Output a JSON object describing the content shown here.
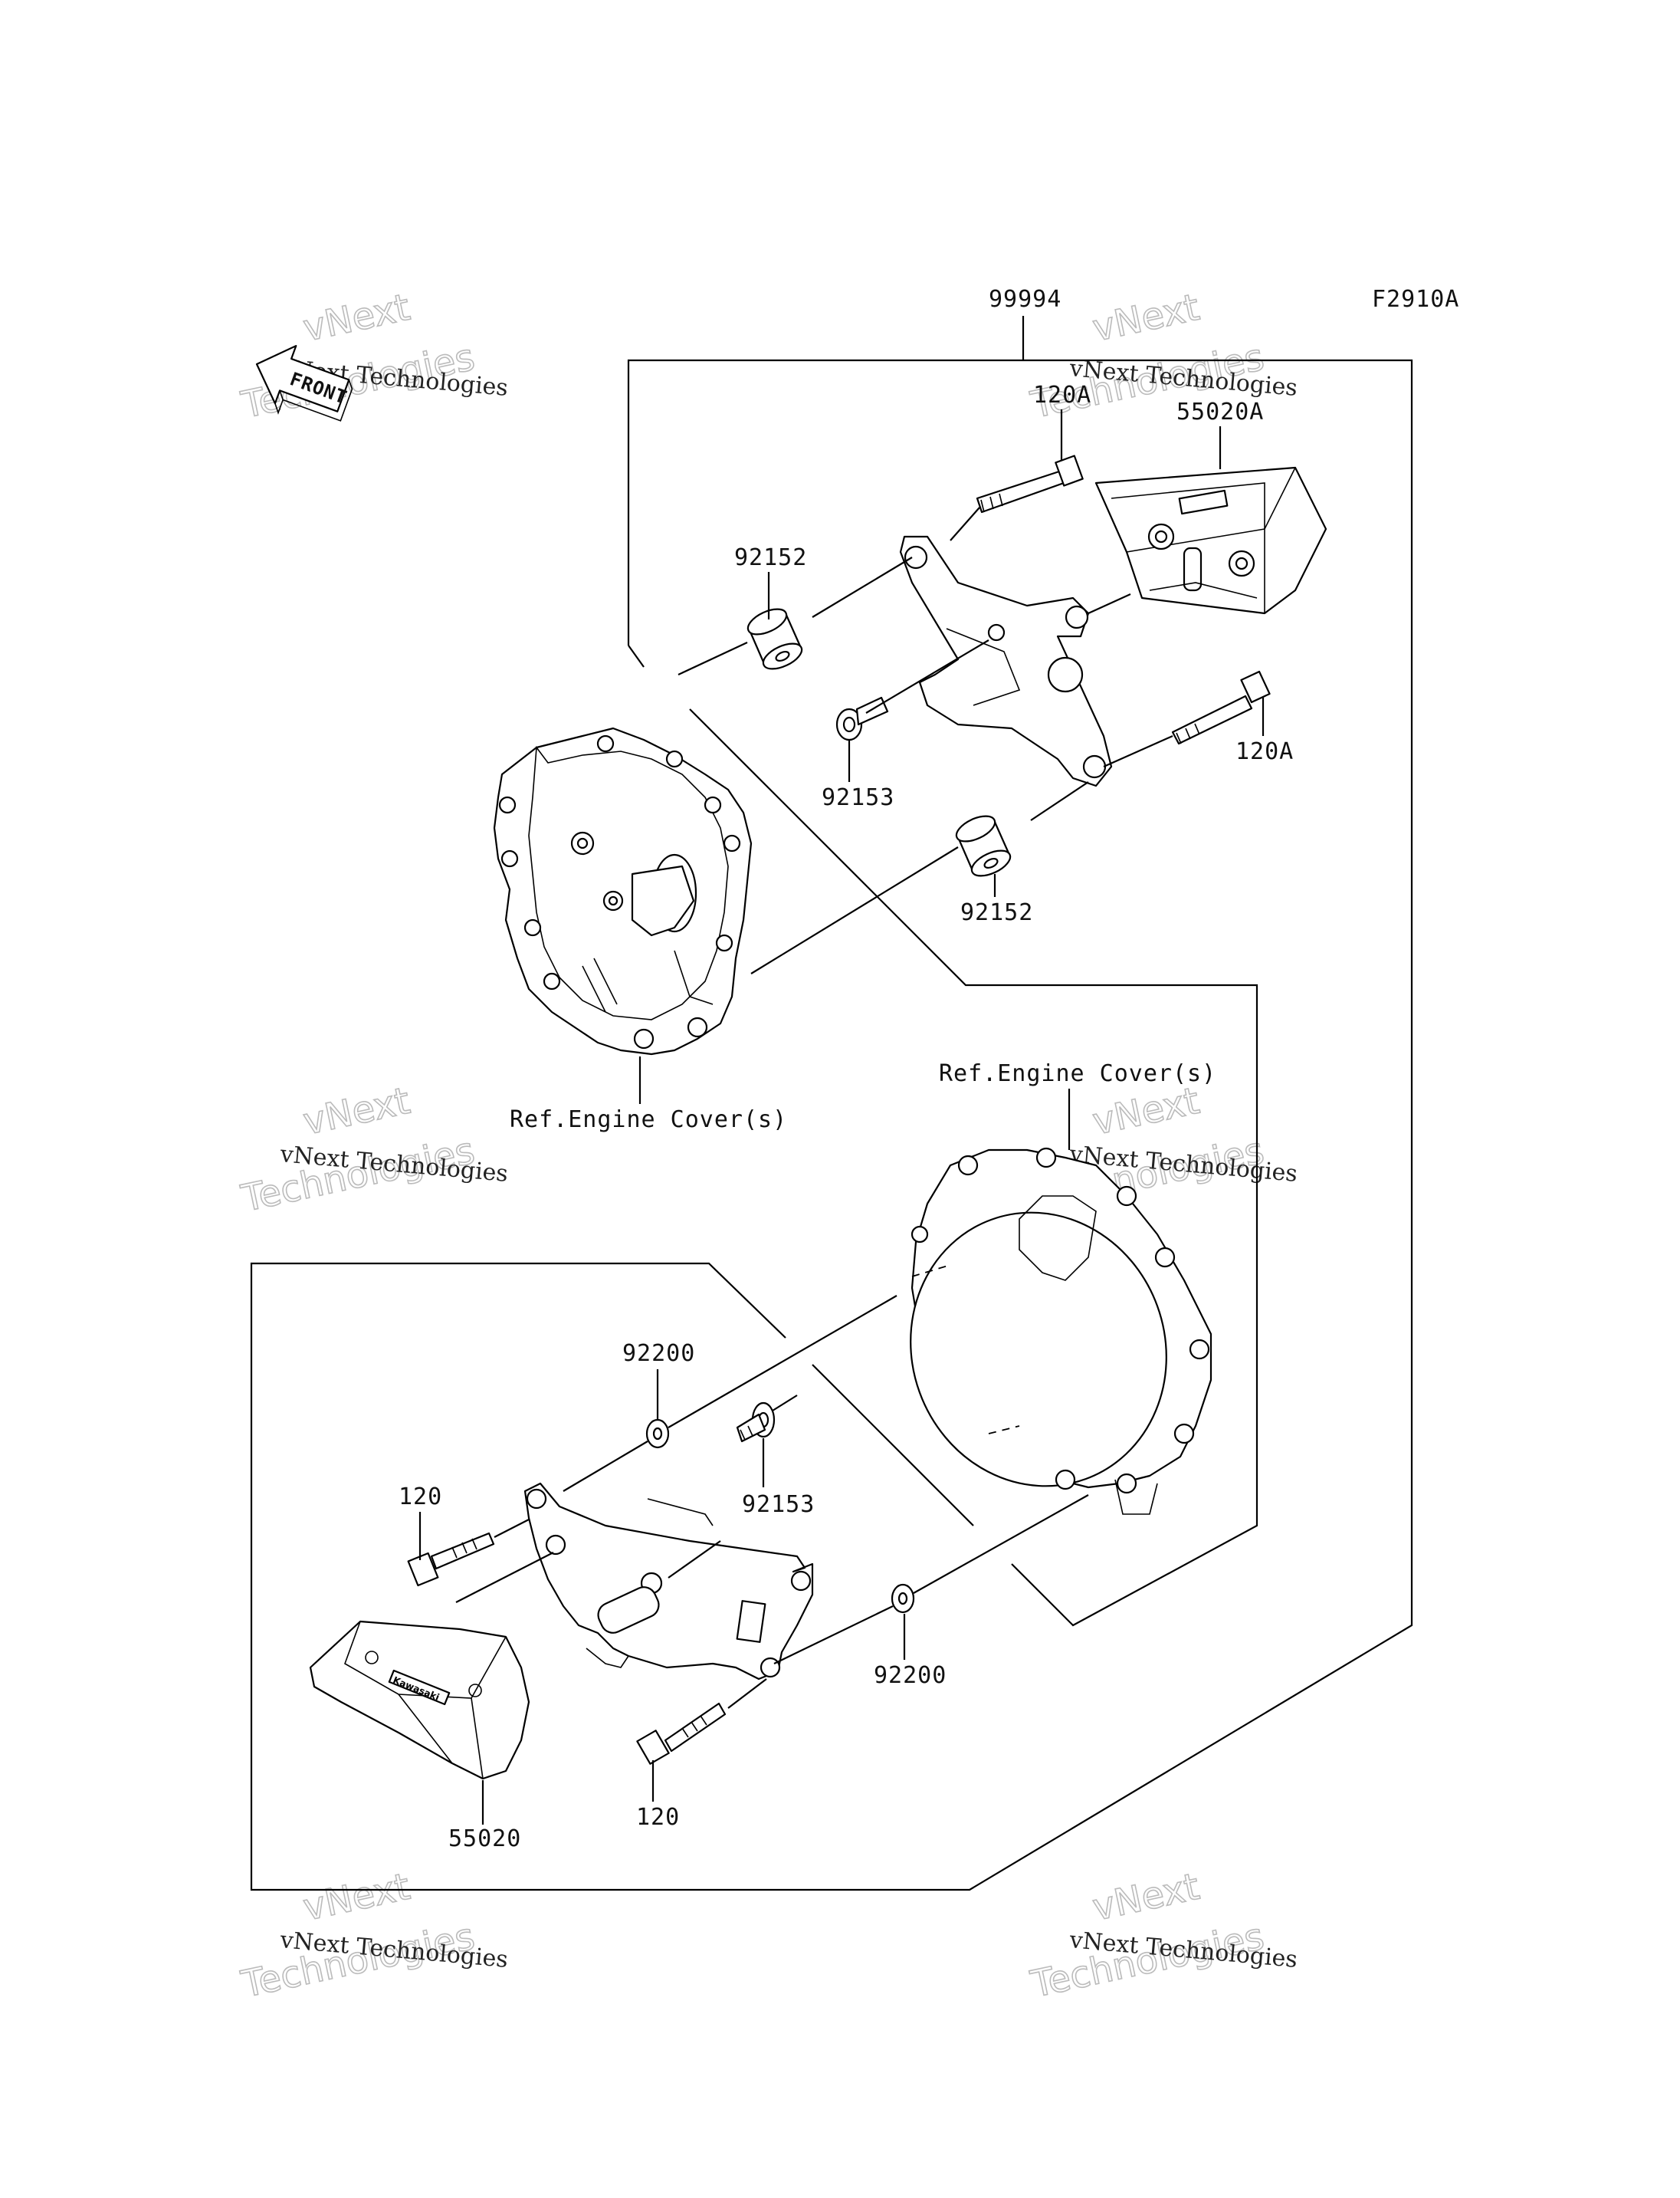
{
  "figure_code": "F2910A",
  "front_label": "FRONT",
  "parts": {
    "kit_number": "99994",
    "bolt_upper_a": "120A",
    "slider_upper": "55020A",
    "collar_upper": "92152",
    "bolt_small_upper": "92153",
    "bolt_lower_a": "120A",
    "collar_lower": "92152",
    "ref_cover_left": "Ref.Engine Cover(s)",
    "ref_cover_right": "Ref.Engine Cover(s)",
    "washer_upper": "92200",
    "bolt_small_lower": "92153",
    "bolt_upper": "120",
    "washer_lower": "92200",
    "bolt_lower": "120",
    "slider_lower": "55020"
  },
  "watermark": {
    "line1": "vNext Technologies",
    "line2": "vNext",
    "line3": "Technologies"
  }
}
